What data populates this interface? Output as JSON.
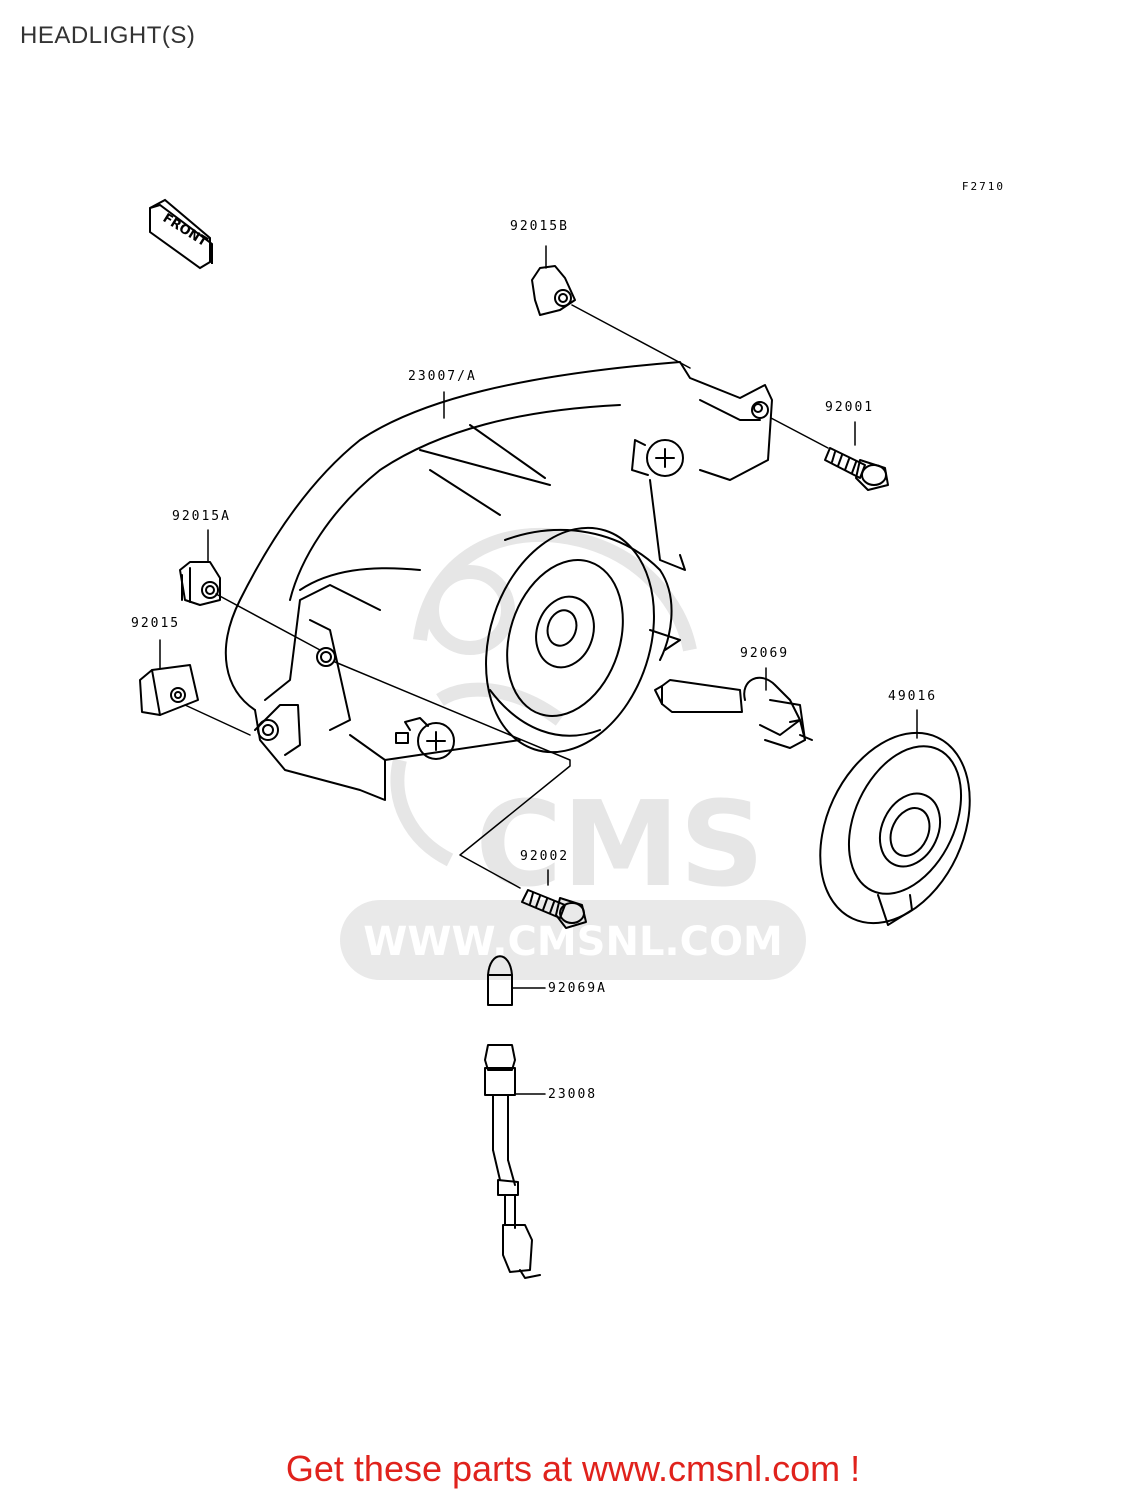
{
  "page": {
    "title": "HEADLIGHT(S)"
  },
  "diagram": {
    "reference_code": "F2710",
    "front_label": "FRONT",
    "parts": [
      {
        "id": "p-92015B",
        "number": "92015B"
      },
      {
        "id": "p-23007A",
        "number": "23007/A"
      },
      {
        "id": "p-92001",
        "number": "92001"
      },
      {
        "id": "p-92015A",
        "number": "92015A"
      },
      {
        "id": "p-92015",
        "number": "92015"
      },
      {
        "id": "p-92069",
        "number": "92069"
      },
      {
        "id": "p-49016",
        "number": "49016"
      },
      {
        "id": "p-92002",
        "number": "92002"
      },
      {
        "id": "p-92069A",
        "number": "92069A"
      },
      {
        "id": "p-23008",
        "number": "23008"
      }
    ]
  },
  "watermark": {
    "brand": "CMS",
    "url": "WWW.CMSNL.COM"
  },
  "footer": {
    "cta": "Get these parts at www.cmsnl.com !",
    "cta_color": "#e0221c"
  }
}
